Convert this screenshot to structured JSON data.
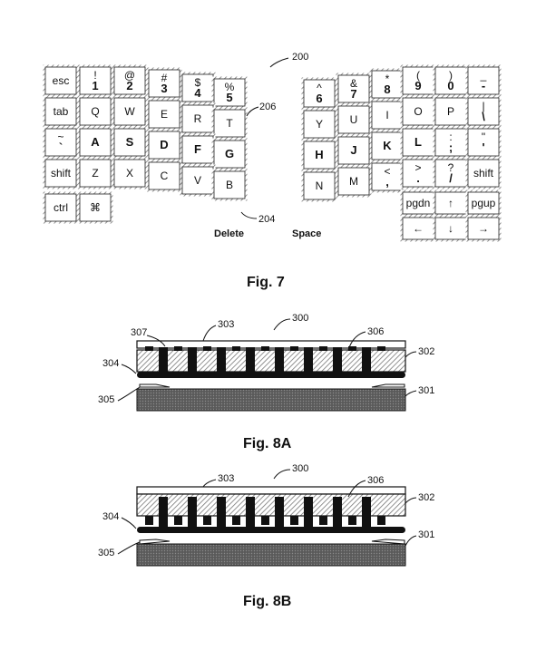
{
  "fig7": {
    "caption": "Fig. 7",
    "ref_main": "200",
    "ref_206": "206",
    "ref_204": "204",
    "label_delete": "Delete",
    "label_space": "Space",
    "left_keys": [
      [
        "esc",
        "!\n1",
        "@\n2",
        "#\n3",
        "$\n4",
        "%\n5"
      ],
      [
        "tab",
        "Q",
        "W",
        "E",
        "R",
        "T"
      ],
      [
        "~\n`",
        "A",
        "S",
        "D",
        "F",
        "G"
      ],
      [
        "shift",
        "Z",
        "X",
        "C",
        "V",
        "B"
      ],
      [
        "ctrl",
        "⌘"
      ]
    ],
    "right_keys": [
      [
        "^\n6",
        "&\n7",
        "*\n8",
        "(\n9",
        ")\n0",
        "_\n-"
      ],
      [
        "Y",
        "U",
        "I",
        "O",
        "P",
        "|\n\\"
      ],
      [
        "H",
        "J",
        "K",
        "L",
        ":\n;",
        "\"\n'"
      ],
      [
        "N",
        "M",
        "<\n,",
        ">\n.",
        "?\n/",
        "shift"
      ],
      [
        "pgdn",
        "↑",
        "pgup"
      ],
      [
        "←",
        "↓",
        "→"
      ]
    ]
  },
  "fig8a": {
    "caption": "Fig. 8A",
    "refs": {
      "r300": "300",
      "r301": "301",
      "r302": "302",
      "r303": "303",
      "r304": "304",
      "r305": "305",
      "r306": "306",
      "r307": "307"
    }
  },
  "fig8b": {
    "caption": "Fig. 8B",
    "refs": {
      "r300": "300",
      "r301": "301",
      "r302": "302",
      "r303": "303",
      "r304": "304",
      "r305": "305",
      "r306": "306"
    }
  }
}
